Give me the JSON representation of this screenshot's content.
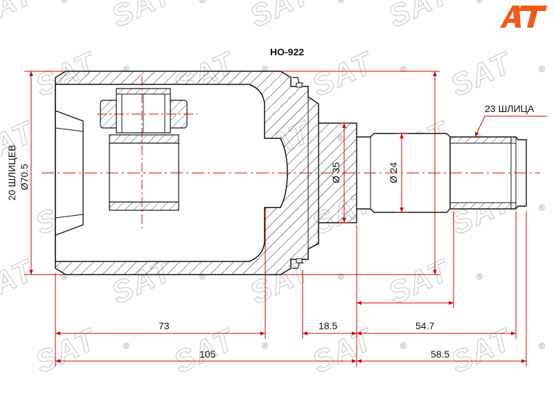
{
  "part_number": "HO-922",
  "logo_text": "AT",
  "watermark": {
    "text": "SAT",
    "registered_mark": "®"
  },
  "colors": {
    "outline": "#111111",
    "dimension": "#d40000",
    "logo": "#f05a1a",
    "watermark": "#d2d2d2"
  },
  "labels": {
    "splines_inner": "20 ШЛИЦЕВ",
    "diameter_outer": "Ø70.5",
    "splines_outer": "23 ШЛИЦА",
    "diameter_35": "Ø 35",
    "diameter_24": "Ø 24"
  },
  "dimensions": {
    "d73": "73",
    "d105": "105",
    "d18_5": "18.5",
    "d54_7": "54.7",
    "d58_5": "58.5"
  }
}
